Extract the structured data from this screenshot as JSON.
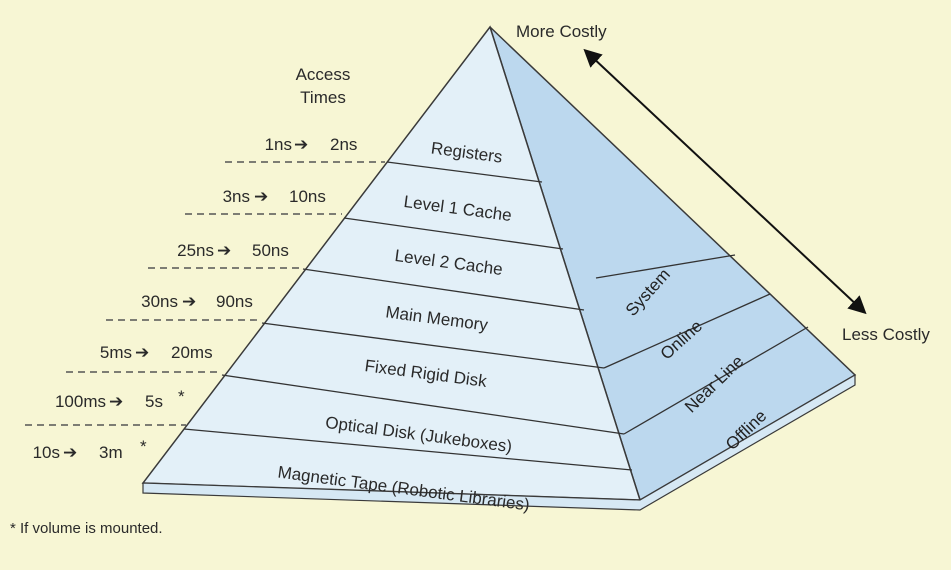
{
  "header": {
    "access_times_line1": "Access",
    "access_times_line2": "Times",
    "more_costly": "More Costly",
    "less_costly": "Less Costly"
  },
  "levels": [
    {
      "name": "Registers",
      "time_from": "1ns",
      "time_to": "2ns",
      "asterisk": ""
    },
    {
      "name": "Level 1 Cache",
      "time_from": "3ns",
      "time_to": "10ns",
      "asterisk": ""
    },
    {
      "name": "Level 2 Cache",
      "time_from": "25ns",
      "time_to": "50ns",
      "asterisk": ""
    },
    {
      "name": "Main Memory",
      "time_from": "30ns",
      "time_to": "90ns",
      "asterisk": ""
    },
    {
      "name": "Fixed Rigid Disk",
      "time_from": "5ms",
      "time_to": "20ms",
      "asterisk": ""
    },
    {
      "name": "Optical Disk (Jukeboxes)",
      "time_from": "100ms",
      "time_to": "5s",
      "asterisk": "*"
    },
    {
      "name": "Magnetic Tape (Robotic Libraries)",
      "time_from": "10s",
      "time_to": "3m",
      "asterisk": "*"
    }
  ],
  "tiers": [
    "System",
    "Online",
    "Near Line",
    "Offline"
  ],
  "footnote": "* If volume is mounted.",
  "colors": {
    "background": "#f7f6d4",
    "front_face": "#e3f0f8",
    "side_face": "#bcd8ee",
    "outline": "#3a3a3a"
  }
}
